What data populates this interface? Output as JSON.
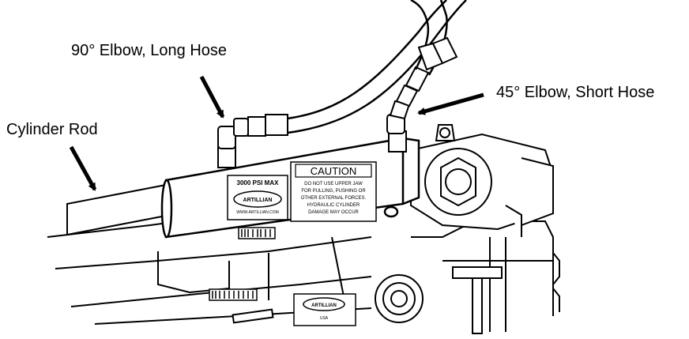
{
  "callouts": {
    "elbow_long": "90° Elbow, Long Hose",
    "elbow_short": "45° Elbow, Short Hose",
    "cylinder_rod": "Cylinder Rod"
  },
  "decals": {
    "psi": "3000 PSI MAX",
    "caution_title": "CAUTION",
    "caution_lines": [
      "DO NOT USE UPPER JAW",
      "FOR PULLING, PUSHING OR",
      "OTHER EXTERNAL FORCES.",
      "HYDRAULIC CYLINDER",
      "DAMAGE MAY OCCUR"
    ],
    "brand_logo": "ARTILLIAN",
    "website": "WWW.ARTILLIAN.COM",
    "country": "USA"
  }
}
